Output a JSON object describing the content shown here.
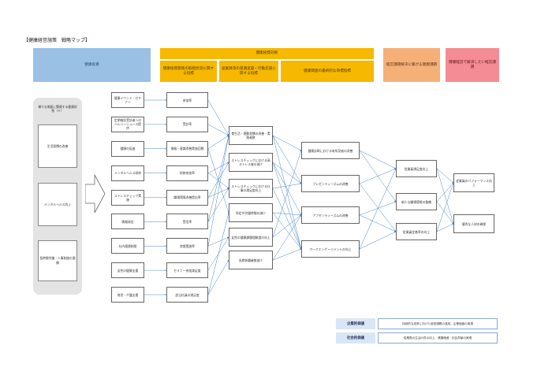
{
  "title": "【健康経営施策　戦略マップ】",
  "headers": {
    "investment": "健康投資",
    "effect": "健康投資効果",
    "effect_sub1": "健康投資施策の取組状況に関する指標",
    "effect_sub2": "従業員等の意識変容・行動変容に関する指標",
    "effect_sub3": "健康関連の最終的な目標指標",
    "challenge": "経営課題解決に繋がる健康課題",
    "goal": "健康経営で解決したい経営課題"
  },
  "left_panel": {
    "title": "様々な側面に関連する健康状態（＊）",
    "items": [
      "生活習慣の改善",
      "メンタルヘルス向上",
      "長時間労働・人事制度の整備"
    ]
  },
  "measures": [
    "健康イベント・セミナー",
    "定期検診受診者へのヘルシーニュース提供",
    "健康の促進",
    "メンタルヘルス研修",
    "ストレスチェック実施",
    "情報発信",
    "社内喫煙制限",
    "女性の健康支援",
    "育児・介護支援"
  ],
  "indicators": [
    "参加率",
    "受診率",
    "情報・意識改善実施回数",
    "研修参加率",
    "職場環境改善提出率",
    "受信率",
    "禁煙実施率",
    "セミナー参加満足度",
    "該当社員の満足度"
  ],
  "behavior": [
    "食生活・運動習慣の改善・実践者数",
    "ストレスチェックにおける高ストレス者の減少",
    "ストレスチェックにおける仕事の満足度向上",
    "所定外労働時間の減少",
    "女性の健康課題理解度の向上",
    "長期休職者数減少"
  ],
  "final": [
    "健康診断における有所見者の改善",
    "プレゼンティーズムの改善",
    "アブセンティーズムの改善",
    "ワークエンゲージメントの向上"
  ],
  "challenges": [
    "従業員満足度向上",
    "新たな職場環境の整備",
    "従業員定着率の向上"
  ],
  "goals": [
    "従業員のパフォーマンス向上",
    "優秀な人材の確保"
  ],
  "footer": [
    {
      "label": "企業的価値",
      "text": "持続的な成長に向けた経営課題の達成、企業価値の実現"
    },
    {
      "label": "社会的価値",
      "text": "従業員の生活の質の向上、健康増進・社会貢献の実現"
    }
  ],
  "colors": {
    "header_blue": "#9ac1e4",
    "header_yellow": "#f6b800",
    "header_orange": "#f5b078",
    "header_pink": "#f48c96",
    "arrow": "#4a86c8"
  }
}
